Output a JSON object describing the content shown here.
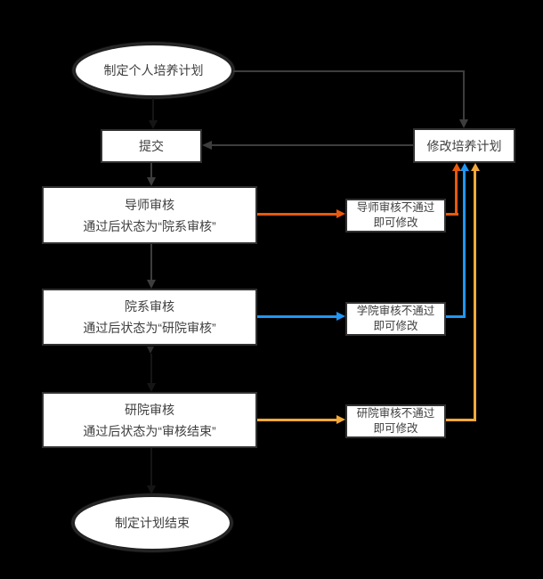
{
  "colors": {
    "connector_gray": "#3d3d3d",
    "connector_faint": "#151515",
    "connector_hint": "#2e2e2e",
    "orange": "#e8590c",
    "blue": "#2196f3",
    "amber": "#f2a93a"
  },
  "nodes": {
    "start": {
      "label": "制定个人培养计划"
    },
    "submit": {
      "label": "提交"
    },
    "modify_plan": {
      "label": "修改培养计划"
    },
    "mentor_review": {
      "line1": "导师审核",
      "line2": "通过后状态为“院系审核”"
    },
    "department_review": {
      "line1": "院系审核",
      "line2": "通过后状态为“研院审核”"
    },
    "gradschool_review": {
      "line1": "研院审核",
      "line2": "通过后状态为“审核结束”"
    },
    "mentor_reject": {
      "line1": "导师审核不通过",
      "line2": "即可修改"
    },
    "college_reject": {
      "line1": "学院审核不通过",
      "line2": "即可修改"
    },
    "gradschool_reject": {
      "line1": "研院审核不通过",
      "line2": "即可修改"
    },
    "end": {
      "label": "制定计划结束"
    }
  }
}
